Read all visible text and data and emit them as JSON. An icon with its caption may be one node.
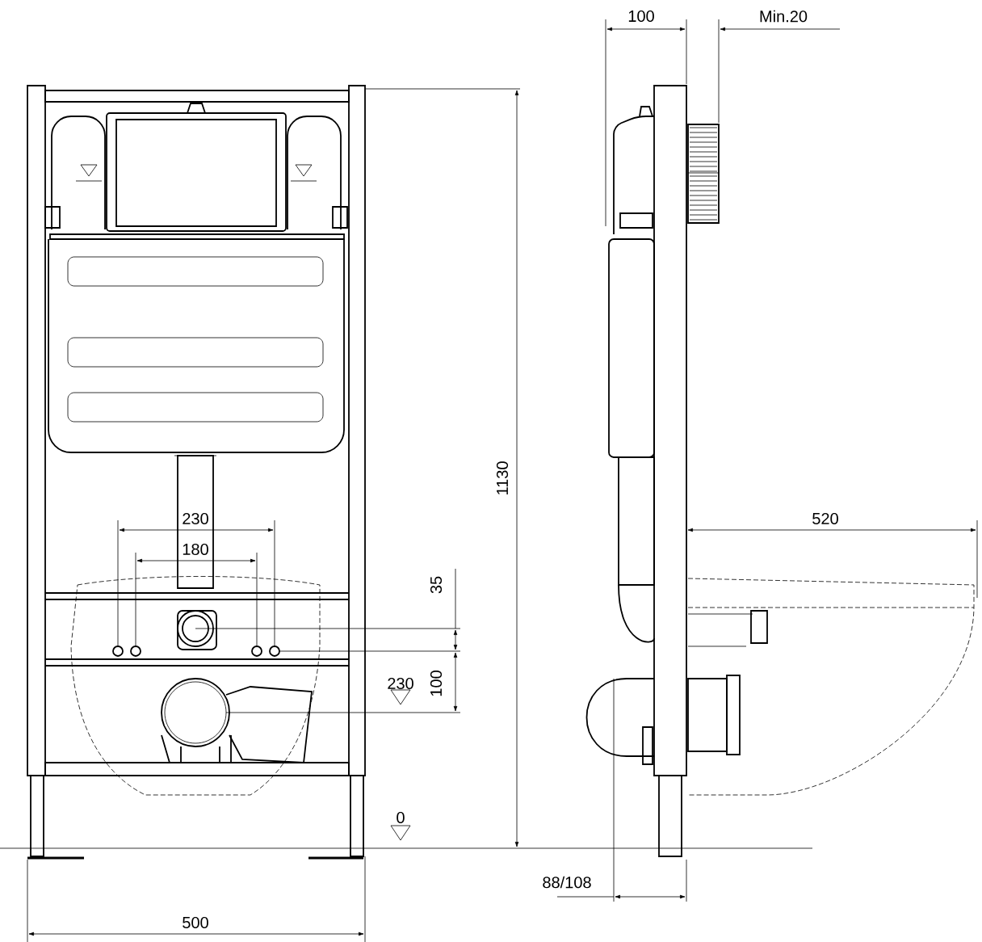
{
  "diagram": {
    "labels": [
      "100",
      "Min.20",
      "1130",
      "230",
      "520",
      "180",
      "35",
      "230",
      "100",
      "0",
      "88/108",
      "500"
    ]
  }
}
